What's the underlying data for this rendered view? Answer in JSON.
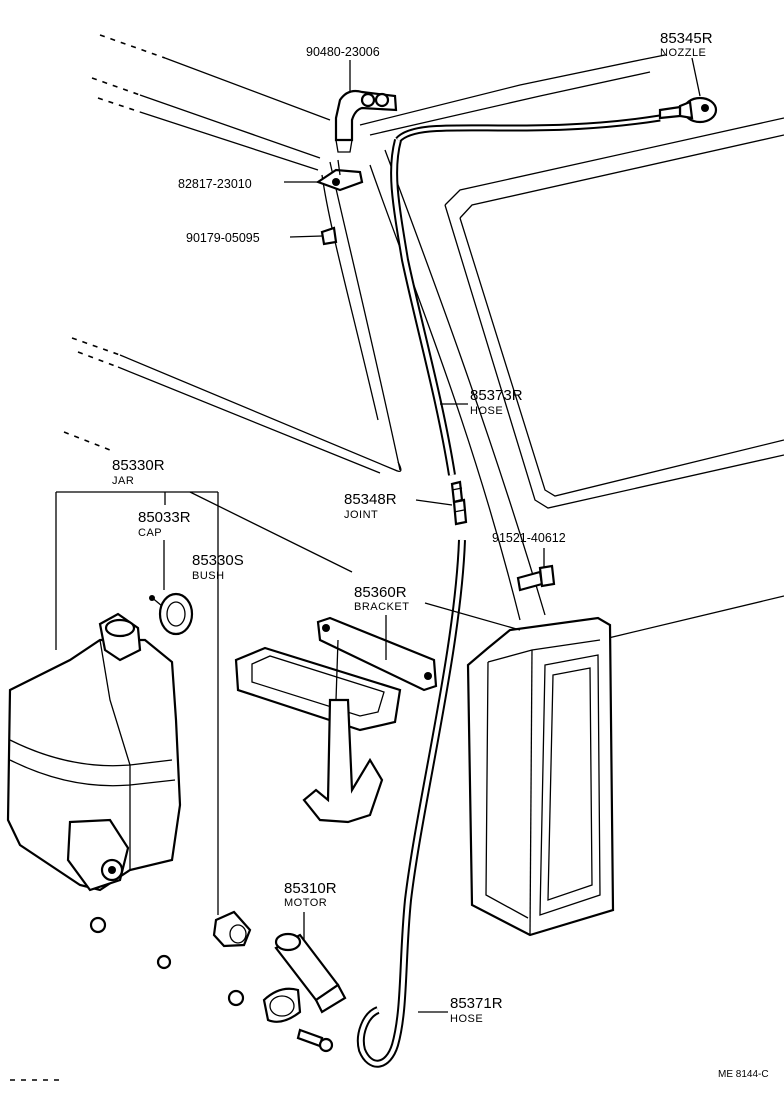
{
  "diagram": {
    "callouts": [
      {
        "part_no": "90480-23006",
        "name": ""
      },
      {
        "part_no": "85345R",
        "name": "NOZZLE"
      },
      {
        "part_no": "82817-23010",
        "name": ""
      },
      {
        "part_no": "90179-05095",
        "name": ""
      },
      {
        "part_no": "85373R",
        "name": "HOSE"
      },
      {
        "part_no": "85330R",
        "name": "JAR"
      },
      {
        "part_no": "85348R",
        "name": "JOINT"
      },
      {
        "part_no": "85033R",
        "name": "CAP"
      },
      {
        "part_no": "91521-40612",
        "name": ""
      },
      {
        "part_no": "85330S",
        "name": "BUSH"
      },
      {
        "part_no": "85360R",
        "name": "BRACKET"
      },
      {
        "part_no": "85310R",
        "name": "MOTOR"
      },
      {
        "part_no": "85371R",
        "name": "HOSE"
      }
    ],
    "footer_code": "ME 8144-C"
  }
}
